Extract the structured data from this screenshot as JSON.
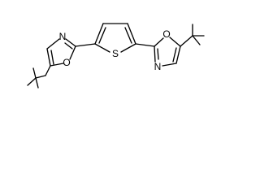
{
  "figure": {
    "type": "chemical-structure",
    "atom_labels": {
      "left_oxazole_N": "N",
      "left_oxazole_O": "O",
      "thiophene_S": "S",
      "right_oxazole_N": "N",
      "right_oxazole_O": "O"
    },
    "colors": {
      "bond": "#000000",
      "text": "#000000",
      "background": "#ffffff"
    }
  }
}
